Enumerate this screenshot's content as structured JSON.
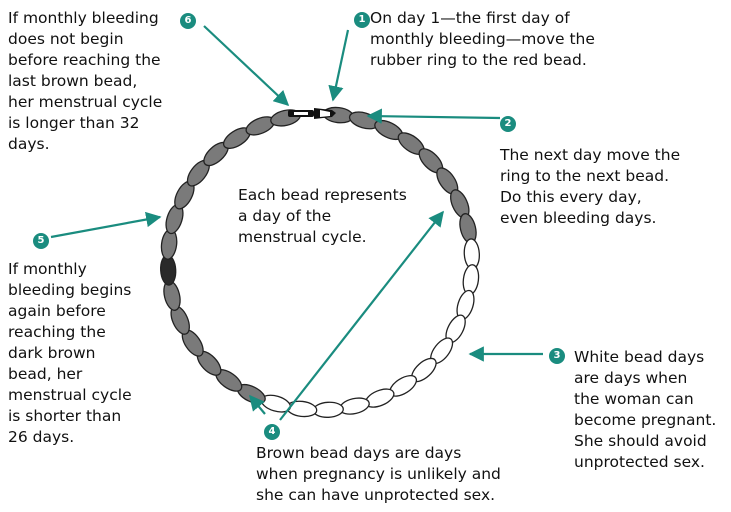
{
  "center_text": [
    "Each bead represents",
    "a day of the",
    "menstrual cycle."
  ],
  "steps": [
    {
      "number": "1",
      "lines": [
        "On day 1—the first day of",
        "monthly bleeding—move the",
        "rubber ring to the red bead."
      ]
    },
    {
      "number": "2",
      "lines": [
        "The next day move the",
        "ring to the next bead.",
        "Do this every day,",
        "even bleeding days."
      ]
    },
    {
      "number": "3",
      "lines": [
        "White bead days",
        "are days when",
        "the woman can",
        "become pregnant.",
        "She should avoid",
        "unprotected sex."
      ]
    },
    {
      "number": "4",
      "lines": [
        "Brown bead days are days",
        "when pregnancy is unlikely and",
        "she can have unprotected sex."
      ]
    },
    {
      "number": "5",
      "lines": [
        "If monthly",
        "bleeding begins",
        "again before",
        "reaching the",
        "dark brown",
        "bead, her",
        "menstrual cycle",
        "is shorter than",
        "26 days."
      ]
    },
    {
      "number": "6",
      "lines": [
        "If monthly bleeding",
        "does not begin",
        "before reaching the",
        "last brown bead,",
        "her menstrual cycle",
        "is longer than 32",
        "days."
      ]
    }
  ],
  "colors": {
    "brown_bead": "#7a7a7a",
    "white_bead": "#ffffff",
    "dark_bead": "#2a2a2a",
    "arrow": "#1a8c7f",
    "badge": "#1a8c7f"
  },
  "icons": [
    "bead-necklace",
    "rubber-ring",
    "arrow"
  ]
}
